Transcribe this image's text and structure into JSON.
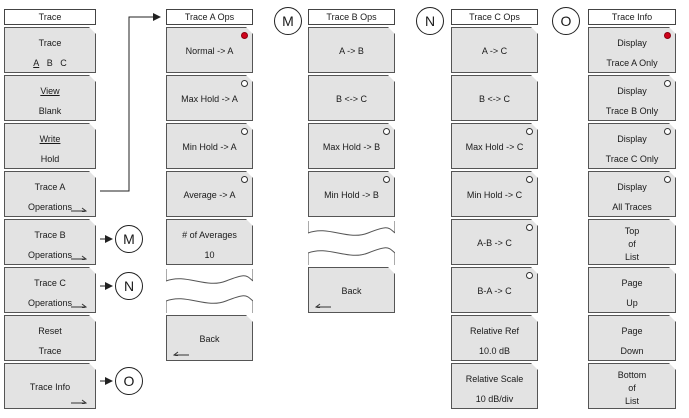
{
  "trace_menu": {
    "title": "Trace",
    "keys": [
      {
        "line1": "Trace",
        "line2_parts": [
          "A",
          "B",
          "C"
        ]
      },
      {
        "line1": "View",
        "line2": "Blank"
      },
      {
        "line1": "Write",
        "line2": "Hold"
      },
      {
        "line1": "Trace A",
        "line2": "Operations"
      },
      {
        "line1": "Trace B",
        "line2": "Operations"
      },
      {
        "line1": "Trace C",
        "line2": "Operations"
      },
      {
        "line1": "Reset",
        "line2": "Trace"
      },
      {
        "line1": "Trace Info"
      }
    ]
  },
  "trace_a_ops": {
    "title": "Trace A Ops",
    "keys": [
      {
        "label": "Normal -> A",
        "indicator": "on"
      },
      {
        "label": "Max Hold -> A",
        "indicator": "off"
      },
      {
        "label": "Min Hold -> A",
        "indicator": "off"
      },
      {
        "label": "Average -> A",
        "indicator": "off"
      },
      {
        "line1": "# of Averages",
        "line2": "10"
      }
    ],
    "back": "Back"
  },
  "trace_b_ops": {
    "circle": "M",
    "title": "Trace B Ops",
    "keys": [
      {
        "label": "A -> B"
      },
      {
        "label": "B <-> C"
      },
      {
        "label": "Max Hold -> B",
        "indicator": "off"
      },
      {
        "label": "Min Hold -> B",
        "indicator": "off"
      }
    ],
    "back": "Back"
  },
  "trace_c_ops": {
    "circle": "N",
    "title": "Trace C Ops",
    "keys": [
      {
        "label": "A -> C"
      },
      {
        "label": "B <-> C"
      },
      {
        "label": "Max Hold -> C",
        "indicator": "off"
      },
      {
        "label": "Min Hold -> C",
        "indicator": "off"
      },
      {
        "label": "A-B -> C",
        "indicator": "off"
      },
      {
        "label": "B-A -> C",
        "indicator": "off"
      },
      {
        "line1": "Relative Ref",
        "line2": "10.0 dB"
      },
      {
        "line1": "Relative Scale",
        "line2": "10 dB/div"
      }
    ]
  },
  "trace_info": {
    "circle": "O",
    "title": "Trace Info",
    "keys": [
      {
        "line1": "Display",
        "line2": "Trace A Only",
        "indicator": "on"
      },
      {
        "line1": "Display",
        "line2": "Trace B Only",
        "indicator": "off"
      },
      {
        "line1": "Display",
        "line2": "Trace C Only",
        "indicator": "off"
      },
      {
        "line1": "Display",
        "line2": "All Traces",
        "indicator": "off"
      },
      {
        "line1": "Top",
        "line2": "of",
        "line3": "List"
      },
      {
        "line1": "Page",
        "line2": "Up"
      },
      {
        "line1": "Page",
        "line2": "Down"
      },
      {
        "line1": "Bottom",
        "line2": "of",
        "line3": "List"
      }
    ]
  },
  "connector_circles": [
    "M",
    "N",
    "O"
  ]
}
